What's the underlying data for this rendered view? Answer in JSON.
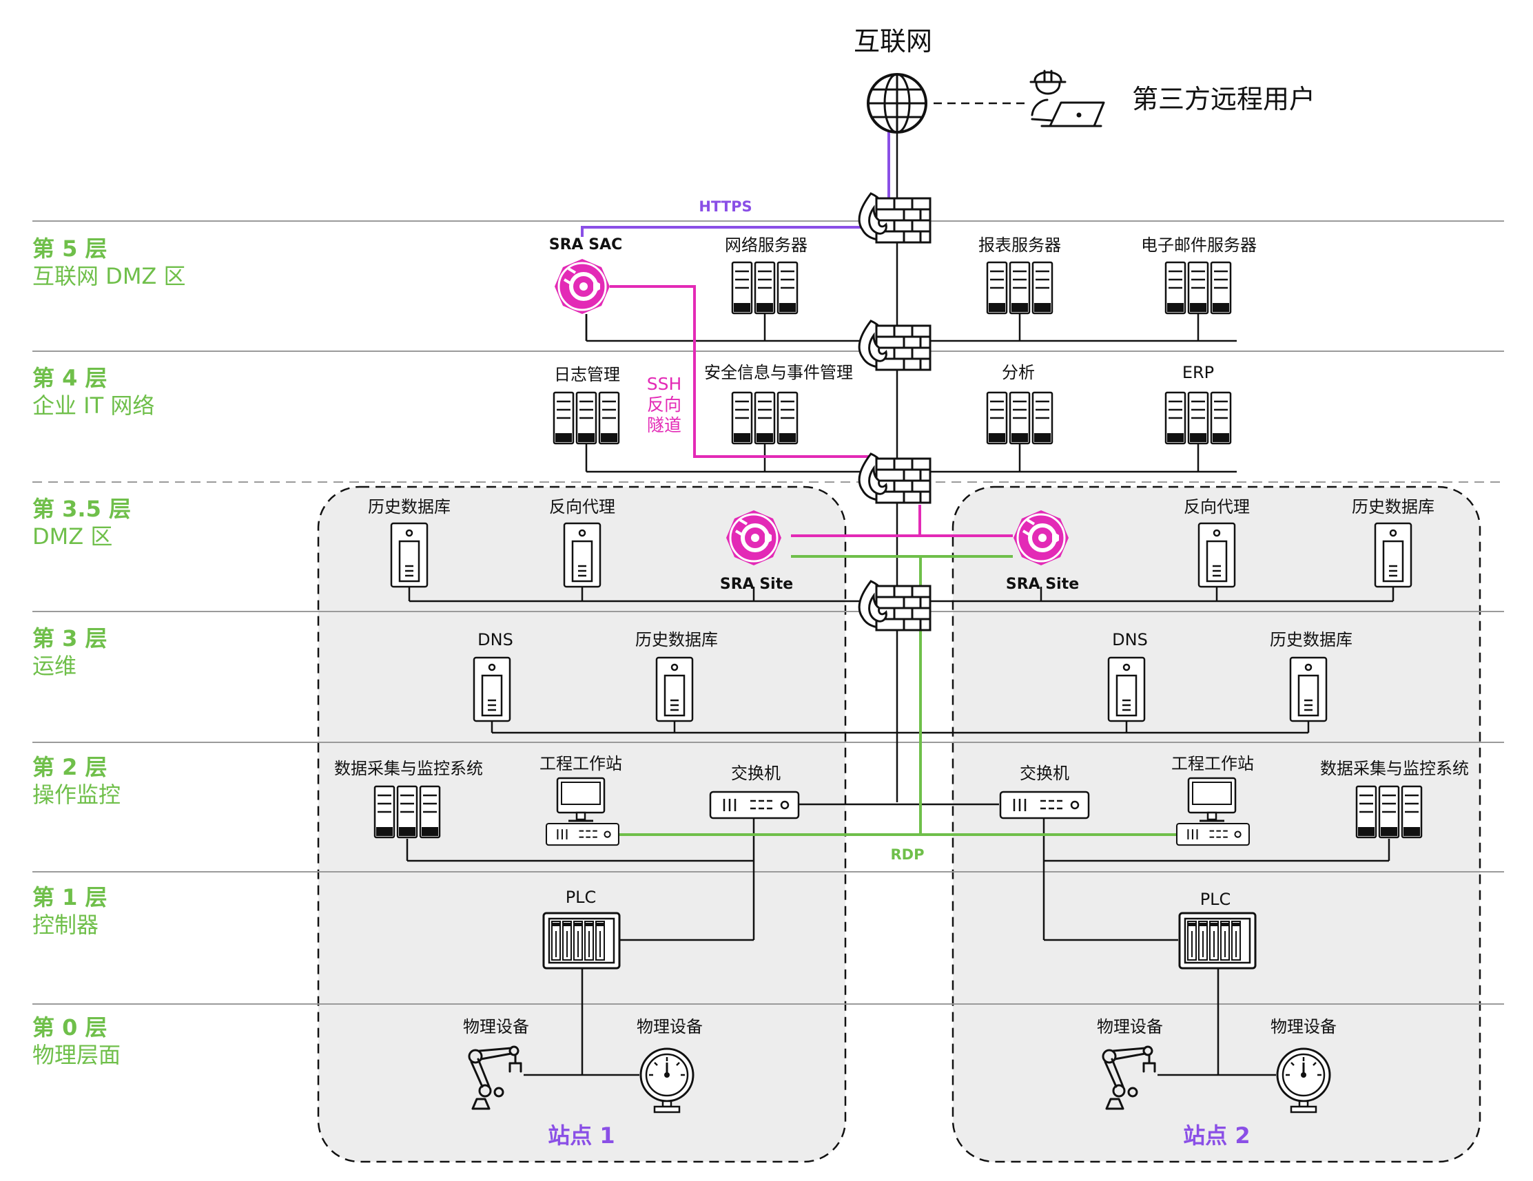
{
  "internet": {
    "label": "互联网"
  },
  "remote_user": {
    "label": "第三方远程用户"
  },
  "layers": [
    {
      "num": "第 5 层",
      "name": "互联网 DMZ 区"
    },
    {
      "num": "第 4 层",
      "name": "企业 IT 网络"
    },
    {
      "num": "第 3.5 层",
      "name": "DMZ 区"
    },
    {
      "num": "第 3 层",
      "name": "运维"
    },
    {
      "num": "第 2 层",
      "name": "操作监控"
    },
    {
      "num": "第 1 层",
      "name": "控制器"
    },
    {
      "num": "第 0 层",
      "name": "物理层面"
    }
  ],
  "connections": {
    "https": "HTTPS",
    "ssh": [
      "SSH",
      "反向",
      "隧道"
    ],
    "rdp": "RDP"
  },
  "l5": {
    "sra_sac": "SRA SAC",
    "web": "网络服务器",
    "report": "报表服务器",
    "mail": "电子邮件服务器"
  },
  "l4": {
    "log": "日志管理",
    "siem": "安全信息与事件管理",
    "analytics": "分析",
    "erp": "ERP"
  },
  "site1": {
    "label": "站点 1",
    "historian_dmz": "历史数据库",
    "proxy": "反向代理",
    "sra_site": "SRA Site",
    "dns": "DNS",
    "historian_ops": "历史数据库",
    "scada": "数据采集与监控系统",
    "workstation": "工程工作站",
    "switch": "交换机",
    "plc": "PLC",
    "device_a": "物理设备",
    "device_b": "物理设备"
  },
  "site2": {
    "label": "站点 2",
    "historian_dmz": "历史数据库",
    "proxy": "反向代理",
    "sra_site": "SRA Site",
    "dns": "DNS",
    "historian_ops": "历史数据库",
    "scada": "数据采集与监控系统",
    "workstation": "工程工作站",
    "switch": "交换机",
    "plc": "PLC",
    "device_a": "物理设备",
    "device_b": "物理设备"
  },
  "colors": {
    "accent_green": "#6fbf4a",
    "accent_purple": "#8a4fe6",
    "accent_magenta": "#e32ab6"
  }
}
